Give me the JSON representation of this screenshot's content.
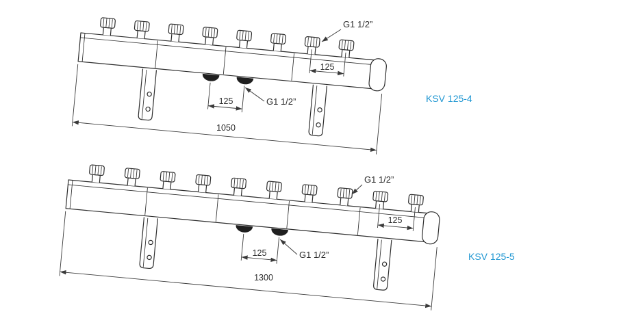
{
  "colors": {
    "line": "#2d2d2d",
    "dimension": "#3a3a3a",
    "accent": "#1e96d2",
    "bottom_port_fill": "#1f1f1f",
    "background": "#ffffff"
  },
  "drawings": [
    {
      "model_label": "KSV 125-4",
      "overall_length": "1050",
      "top_port_spacing": "125",
      "bottom_port_spacing": "125",
      "top_connection": "G1 1/2”",
      "bottom_connection": "G1 1/2”"
    },
    {
      "model_label": "KSV 125-5",
      "overall_length": "1300",
      "top_port_spacing": "125",
      "bottom_port_spacing": "125",
      "top_connection": "G1 1/2”",
      "bottom_connection": "G1 1/2”"
    }
  ]
}
